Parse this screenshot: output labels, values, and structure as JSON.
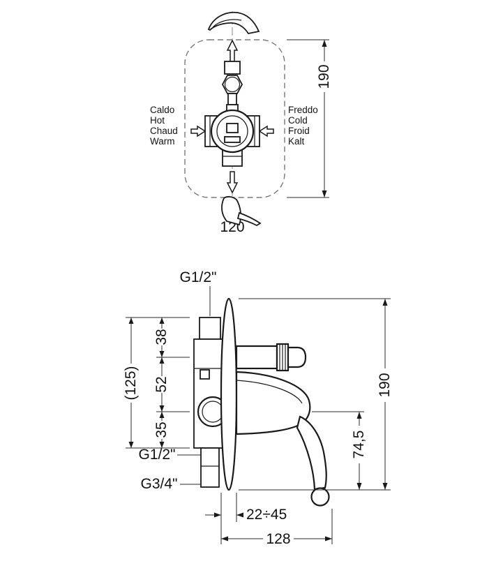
{
  "front_view": {
    "hot_labels": [
      "Caldo",
      "Hot",
      "Chaud",
      "Warm"
    ],
    "cold_labels": [
      "Freddo",
      "Cold",
      "Froid",
      "Kalt"
    ],
    "dims": {
      "height": "190",
      "width": "120"
    }
  },
  "side_view": {
    "dims": {
      "top_thread": "G1/2\"",
      "seg_top": "38",
      "seg_mid": "52",
      "seg_bottom": "35",
      "overall": "(125)",
      "outlet_small": "G1/2\"",
      "outlet_large": "G3/4\"",
      "depth_range": "22÷45",
      "projection": "128",
      "handle_offset": "74,5",
      "plate_height": "190"
    }
  }
}
